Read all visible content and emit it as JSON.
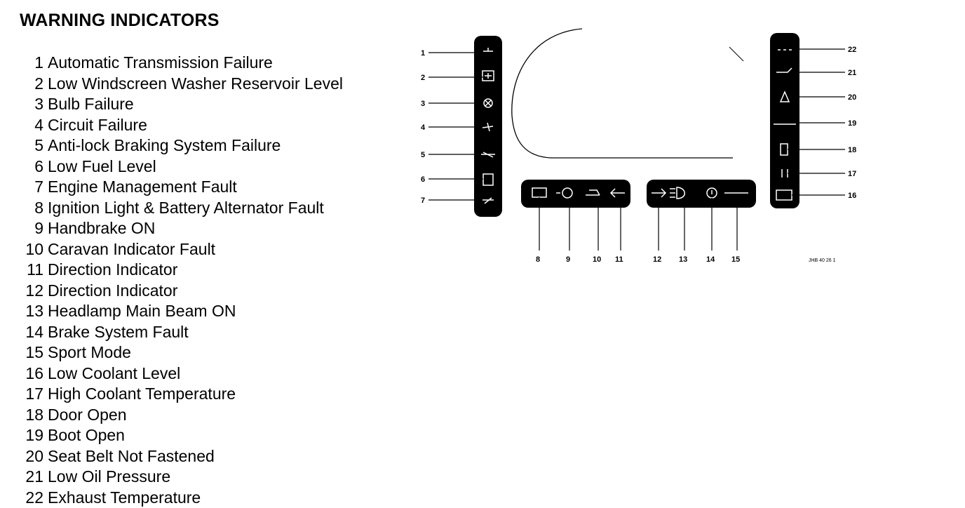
{
  "page": {
    "title": "WARNING INDICATORS"
  },
  "legend": [
    {
      "num": "1",
      "label": "Automatic Transmission Failure"
    },
    {
      "num": "2",
      "label": "Low Windscreen Washer Reservoir Level"
    },
    {
      "num": "3",
      "label": "Bulb Failure"
    },
    {
      "num": "4",
      "label": "Circuit Failure"
    },
    {
      "num": "5",
      "label": "Anti-lock Braking System Failure"
    },
    {
      "num": "6",
      "label": "Low Fuel Level"
    },
    {
      "num": "7",
      "label": "Engine Management Fault"
    },
    {
      "num": "8",
      "label": "Ignition Light & Battery Alternator Fault"
    },
    {
      "num": "9",
      "label": "Handbrake ON"
    },
    {
      "num": "10",
      "label": "Caravan Indicator Fault"
    },
    {
      "num": "11",
      "label": "Direction Indicator"
    },
    {
      "num": "12",
      "label": "Direction Indicator"
    },
    {
      "num": "13",
      "label": "Headlamp Main Beam ON"
    },
    {
      "num": "14",
      "label": "Brake System Fault"
    },
    {
      "num": "15",
      "label": "Sport Mode"
    },
    {
      "num": "16",
      "label": "Low Coolant Level"
    },
    {
      "num": "17",
      "label": "High Coolant Temperature"
    },
    {
      "num": "18",
      "label": "Door Open"
    },
    {
      "num": "19",
      "label": "Boot Open"
    },
    {
      "num": "20",
      "label": "Seat Belt Not Fastened"
    },
    {
      "num": "21",
      "label": "Low Oil Pressure"
    },
    {
      "num": "22",
      "label": "Exhaust Temperature"
    }
  ],
  "diagram": {
    "callouts": [
      "1",
      "2",
      "3",
      "4",
      "5",
      "6",
      "7",
      "8",
      "9",
      "10",
      "11",
      "12",
      "13",
      "14",
      "15",
      "16",
      "17",
      "18",
      "19",
      "20",
      "21",
      "22"
    ],
    "reference_code": "JHB 40  26 1",
    "ink_color": "#000000",
    "background_color": "#ffffff"
  }
}
